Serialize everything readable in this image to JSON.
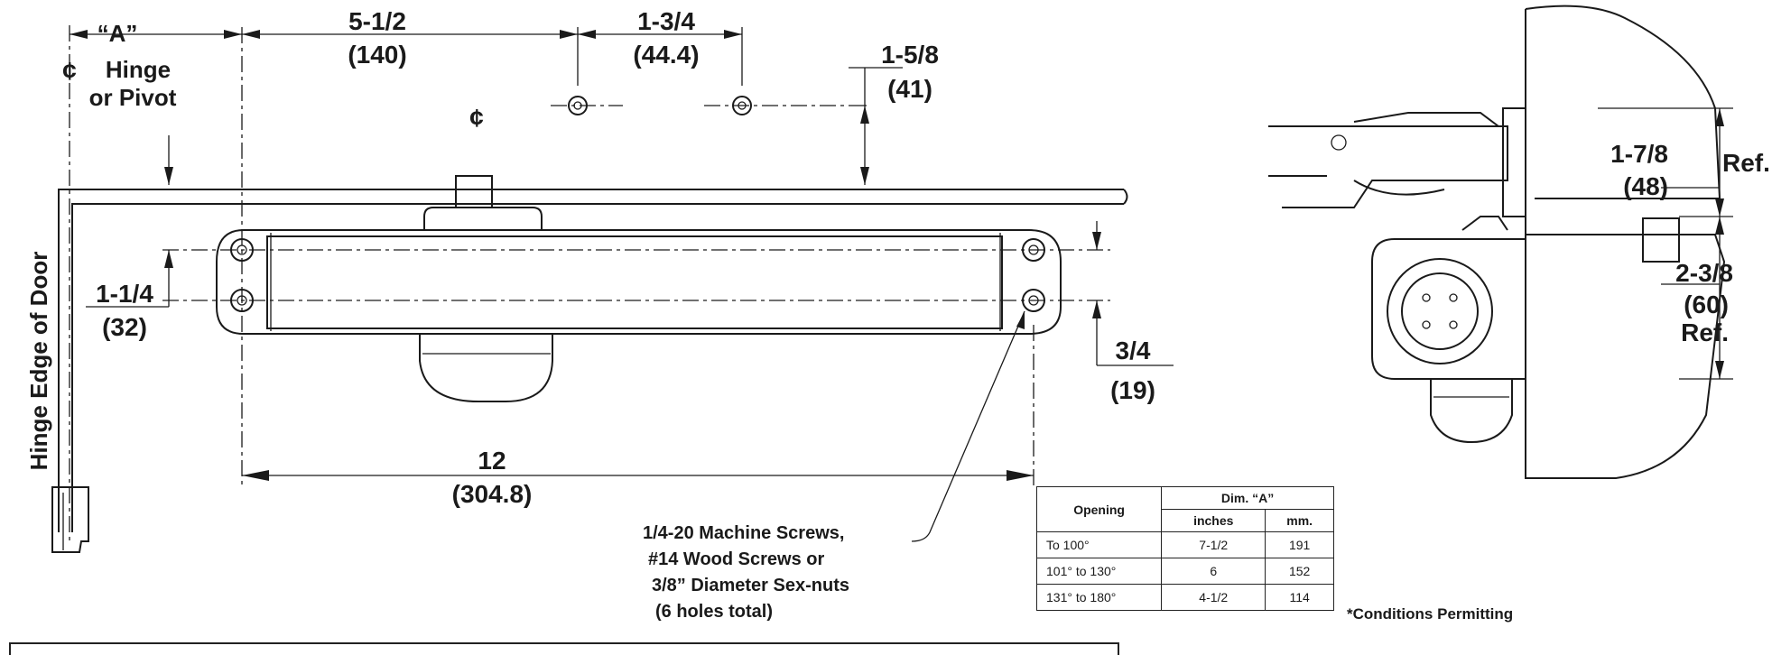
{
  "labels": {
    "dim_a": "“A”",
    "hinge_line1": "Hinge",
    "hinge_line2": "or Pivot",
    "centerline_symbol": "¢",
    "hinge_edge": "Hinge Edge of Door",
    "d_5_1_2_in": "5-1/2",
    "d_5_1_2_mm": "(140)",
    "d_1_3_4_in": "1-3/4",
    "d_1_3_4_mm": "(44.4)",
    "d_1_5_8_in": "1-5/8",
    "d_1_5_8_mm": "(41)",
    "d_1_1_4_in": "1-1/4",
    "d_1_1_4_mm": "(32)",
    "d_3_4_in": "3/4",
    "d_3_4_mm": "(19)",
    "d_12_in": "12",
    "d_12_mm": "(304.8)",
    "d_1_7_8_in": "1-7/8",
    "d_1_7_8_mm": "(48)",
    "d_1_7_8_ref": "Ref.",
    "d_2_3_8_in": "2-3/8",
    "d_2_3_8_mm": "(60)",
    "d_2_3_8_ref": "Ref."
  },
  "screw_note": [
    "1/4-20 Machine Screws,",
    "#14 Wood Screws or",
    "3/8” Diameter Sex-nuts",
    "(6 holes total)"
  ],
  "table": {
    "col_opening": "Opening",
    "col_dim": "Dim. “A”",
    "col_inches": "inches",
    "col_mm": "mm.",
    "rows": [
      {
        "opening": "To 100°",
        "inches": "7-1/2",
        "mm": "191"
      },
      {
        "opening": "101° to 130°",
        "inches": "6",
        "mm": "152"
      },
      {
        "opening": "131° to 180°",
        "inches": "4-1/2",
        "mm": "114"
      }
    ]
  },
  "footnote": "*Conditions Permitting"
}
